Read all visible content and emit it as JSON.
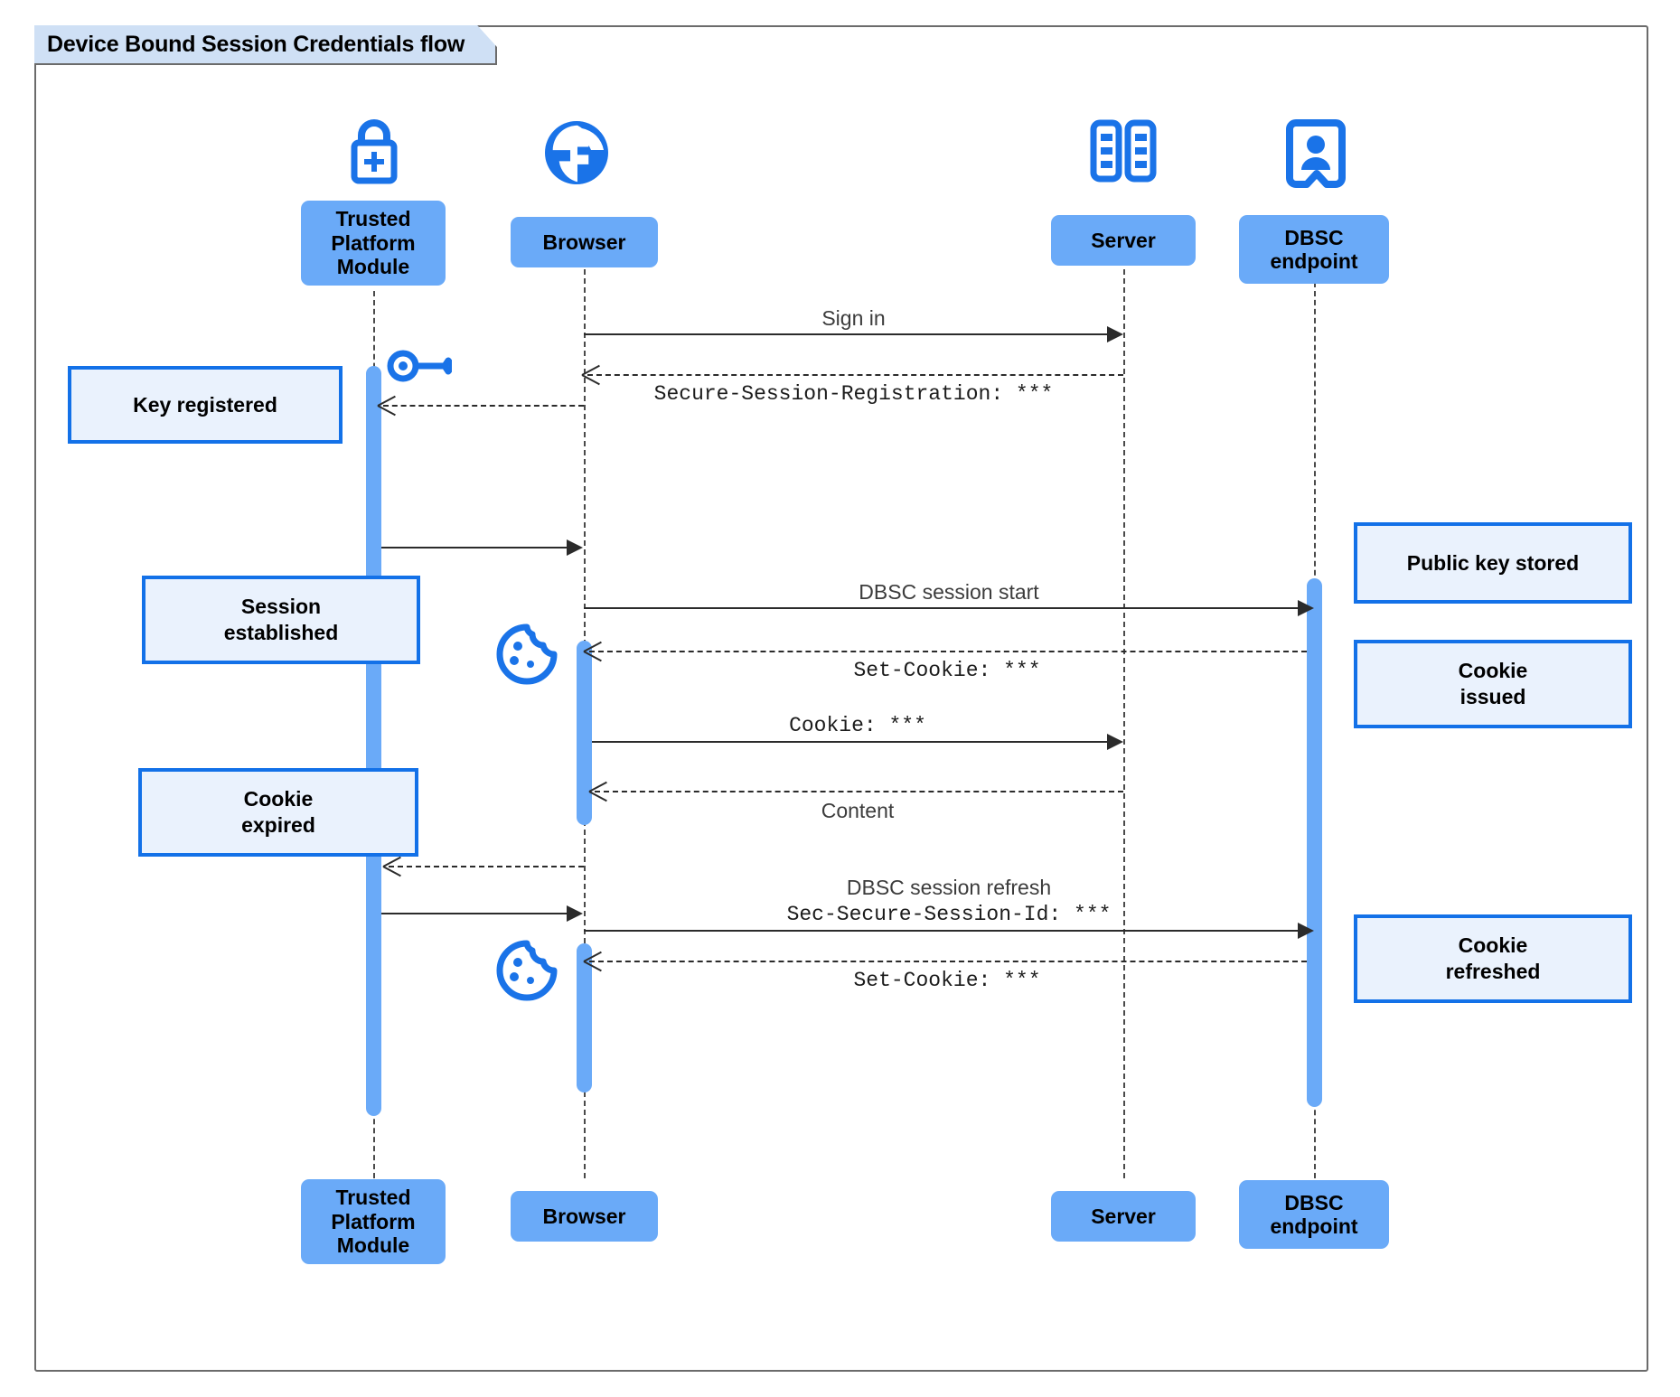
{
  "diagram": {
    "title": "Device Bound Session Credentials flow",
    "type": "sequence",
    "colors": {
      "participant_fill": "#6aaaf8",
      "note_fill": "#eaf2fd",
      "note_border": "#1371e8",
      "activation_fill": "#6aaaf8",
      "icon_blue": "#1a73e8",
      "frame_border": "#6b6b6b",
      "title_fill": "#cfe0f5"
    }
  },
  "participants": [
    {
      "id": "tpm",
      "label": "Trusted\nPlatform\nModule",
      "icon": "lock-plus-icon"
    },
    {
      "id": "browser",
      "label": "Browser",
      "icon": "globe-icon"
    },
    {
      "id": "server",
      "label": "Server",
      "icon": "server-rack-icon"
    },
    {
      "id": "dbsc",
      "label": "DBSC\nendpoint",
      "icon": "id-badge-icon"
    }
  ],
  "messages": [
    {
      "id": "m1",
      "from": "browser",
      "to": "server",
      "label": "Sign in",
      "style": "solid",
      "font": "sans"
    },
    {
      "id": "m2",
      "from": "server",
      "to": "browser",
      "label": "Secure-Session-Registration: ***",
      "style": "dashed",
      "font": "mono"
    },
    {
      "id": "m3",
      "from": "tpm",
      "to": "browser",
      "label": "",
      "style": "solid",
      "font": "sans"
    },
    {
      "id": "m4",
      "from": "browser",
      "to": "dbsc",
      "label": "DBSC session start",
      "style": "solid",
      "font": "sans"
    },
    {
      "id": "m5",
      "from": "dbsc",
      "to": "browser",
      "label": "Set-Cookie: ***",
      "style": "dashed",
      "font": "mono"
    },
    {
      "id": "m6",
      "from": "browser",
      "to": "server",
      "label": "Cookie: ***",
      "style": "solid",
      "font": "mono"
    },
    {
      "id": "m7",
      "from": "server",
      "to": "browser",
      "label": "Content",
      "style": "dashed",
      "font": "sans"
    },
    {
      "id": "m8",
      "from": "browser",
      "to": "tpm",
      "label": "",
      "style": "dashed",
      "font": "sans"
    },
    {
      "id": "m9",
      "from": "tpm",
      "to": "browser",
      "label": "",
      "style": "solid",
      "font": "sans"
    },
    {
      "id": "m10",
      "from": "browser",
      "to": "dbsc",
      "label_line1": "DBSC session refresh",
      "label_line2": "Sec-Secure-Session-Id: ***",
      "style": "solid",
      "font": "mixed"
    },
    {
      "id": "m11",
      "from": "dbsc",
      "to": "browser",
      "label": "Set-Cookie: ***",
      "style": "dashed",
      "font": "mono"
    }
  ],
  "notes": [
    {
      "id": "n1",
      "text": "Key registered",
      "side": "left",
      "anchor": "tpm"
    },
    {
      "id": "n2",
      "text": "Session\nestablished",
      "side": "left",
      "anchor": "tpm"
    },
    {
      "id": "n3",
      "text": "Cookie\nexpired",
      "side": "left",
      "anchor": "tpm"
    },
    {
      "id": "n4",
      "text": "Public key stored",
      "side": "right",
      "anchor": "dbsc"
    },
    {
      "id": "n5",
      "text": "Cookie\nissued",
      "side": "right",
      "anchor": "dbsc"
    },
    {
      "id": "n6",
      "text": "Cookie\nrefreshed",
      "side": "right",
      "anchor": "dbsc"
    }
  ],
  "inline_icons": [
    {
      "id": "key1",
      "name": "key-icon",
      "near": "tpm"
    },
    {
      "id": "cookie1",
      "name": "cookie-icon",
      "near": "browser"
    },
    {
      "id": "cookie2",
      "name": "cookie-icon",
      "near": "browser"
    }
  ]
}
